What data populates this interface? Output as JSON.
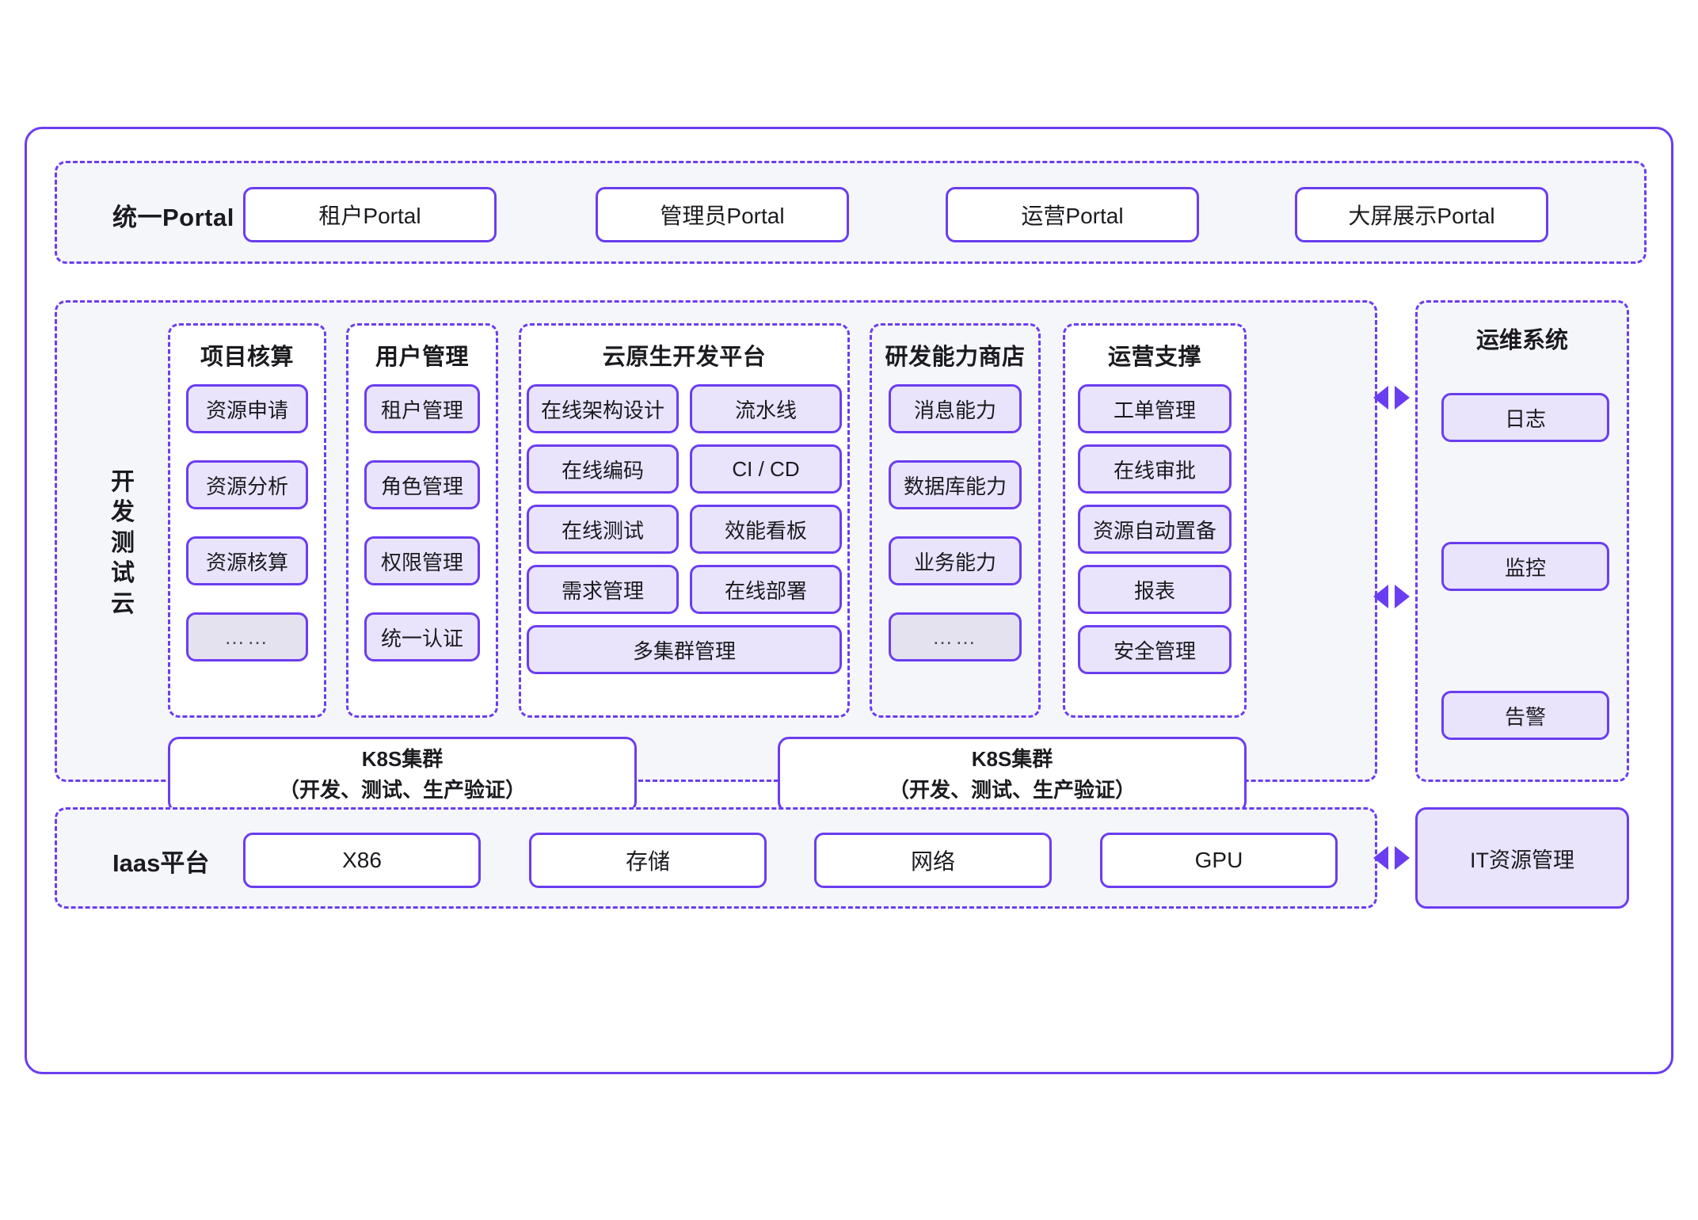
{
  "theme": {
    "accent": "#6b3df0",
    "chip_fill": "#e9e4fc",
    "band_fill": "#f5f6f9",
    "page_bg": "#ffffff"
  },
  "portal": {
    "label": "统一Portal",
    "items": [
      {
        "label": "租户Portal"
      },
      {
        "label": "管理员Portal"
      },
      {
        "label": "运营Portal"
      },
      {
        "label": "大屏展示Portal"
      }
    ]
  },
  "middle": {
    "side_label_chars": [
      "开",
      "发",
      "测",
      "试",
      "云"
    ],
    "columns": [
      {
        "title": "项目核算",
        "items": [
          {
            "label": "资源申请",
            "style": "normal"
          },
          {
            "label": "资源分析",
            "style": "normal"
          },
          {
            "label": "资源核算",
            "style": "normal"
          },
          {
            "label": "……",
            "style": "dim"
          }
        ]
      },
      {
        "title": "用户管理",
        "items": [
          {
            "label": "租户管理",
            "style": "normal"
          },
          {
            "label": "角色管理",
            "style": "normal"
          },
          {
            "label": "权限管理",
            "style": "normal"
          },
          {
            "label": "统一认证",
            "style": "normal"
          }
        ]
      },
      {
        "title": "云原生开发平台",
        "left_items": [
          {
            "label": "在线架构设计"
          },
          {
            "label": "在线编码"
          },
          {
            "label": "在线测试"
          },
          {
            "label": "需求管理"
          }
        ],
        "right_items": [
          {
            "label": "流水线"
          },
          {
            "label": "CI / CD"
          },
          {
            "label": "效能看板"
          },
          {
            "label": "在线部署"
          }
        ],
        "full_item": {
          "label": "多集群管理"
        }
      },
      {
        "title": "研发能力商店",
        "items": [
          {
            "label": "消息能力",
            "style": "normal"
          },
          {
            "label": "数据库能力",
            "style": "normal"
          },
          {
            "label": "业务能力",
            "style": "normal"
          },
          {
            "label": "……",
            "style": "dim"
          }
        ]
      },
      {
        "title": "运营支撑",
        "items": [
          {
            "label": "工单管理",
            "style": "normal"
          },
          {
            "label": "在线审批",
            "style": "normal"
          },
          {
            "label": "资源自动置备",
            "style": "normal"
          },
          {
            "label": "报表",
            "style": "normal"
          },
          {
            "label": "安全管理",
            "style": "normal"
          }
        ]
      }
    ],
    "clusters": [
      {
        "title": "K8S集群",
        "subtitle": "（开发、测试、生产验证）"
      },
      {
        "title": "K8S集群",
        "subtitle": "（开发、测试、生产验证）"
      }
    ]
  },
  "ops": {
    "title": "运维系统",
    "items": [
      {
        "label": "日志"
      },
      {
        "label": "监控"
      },
      {
        "label": "告警"
      }
    ]
  },
  "iaas": {
    "label": "Iaas平台",
    "items": [
      {
        "label": "X86"
      },
      {
        "label": "存储"
      },
      {
        "label": "网络"
      },
      {
        "label": "GPU"
      }
    ],
    "it_resource": {
      "label": "IT资源管理"
    }
  },
  "connectors": [
    {
      "name": "ops-arrow-top",
      "icon": "double-arrow-icon"
    },
    {
      "name": "ops-arrow-bottom",
      "icon": "double-arrow-icon"
    },
    {
      "name": "iaas-arrow",
      "icon": "double-arrow-icon"
    }
  ]
}
